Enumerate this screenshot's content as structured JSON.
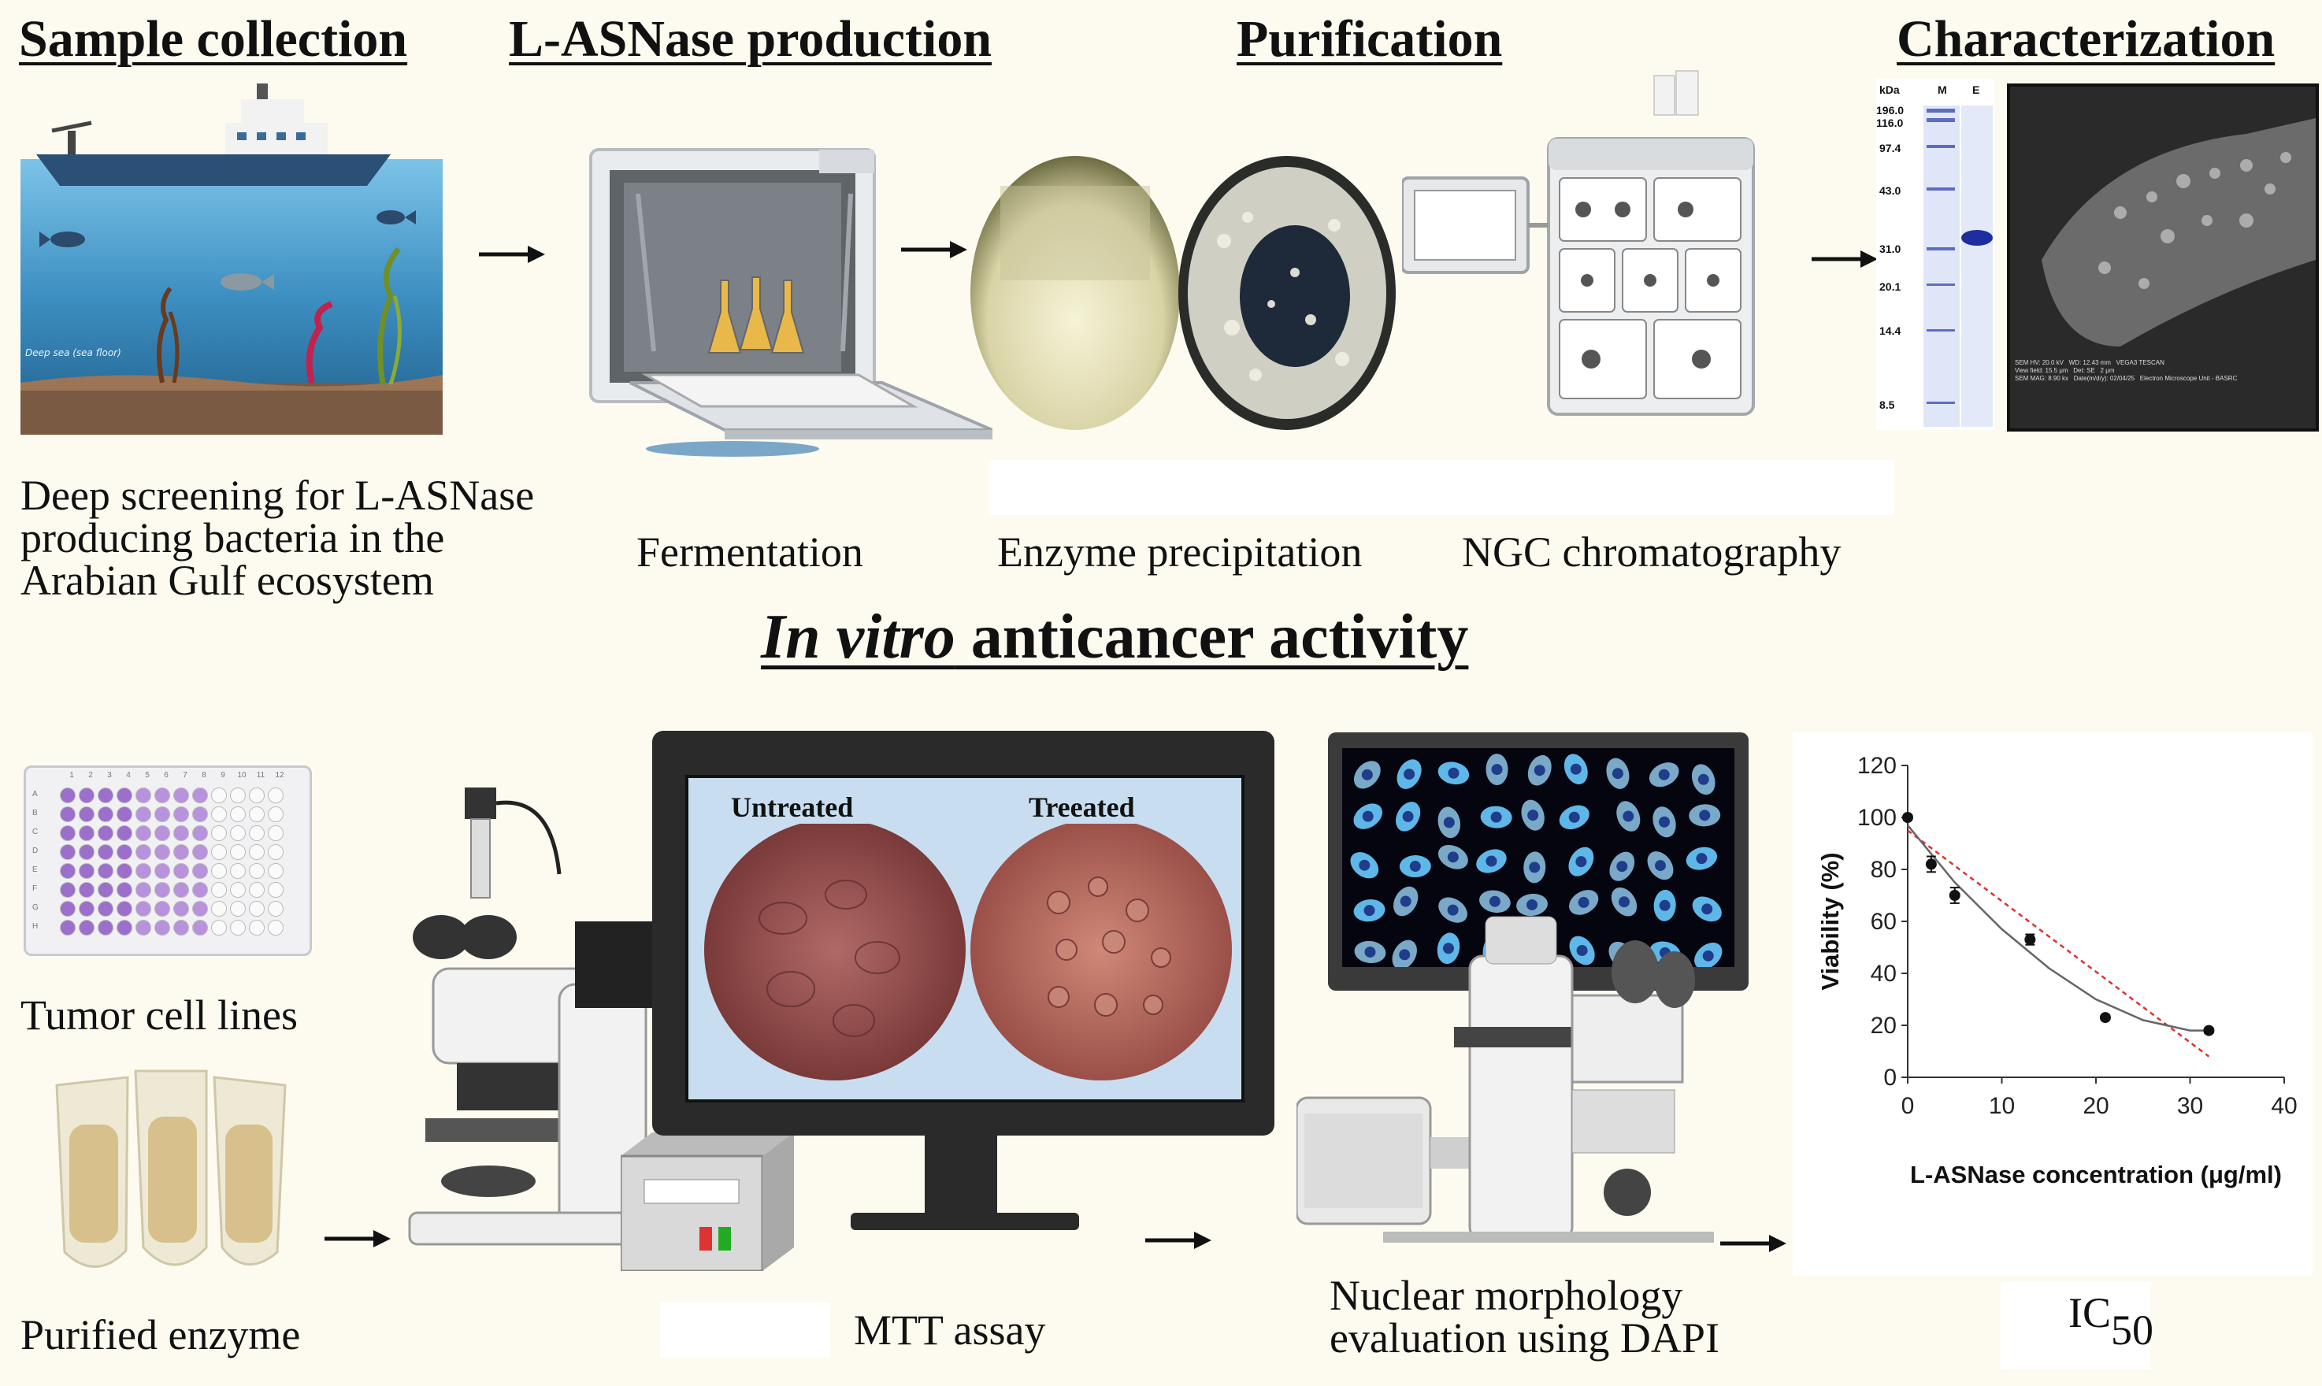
{
  "headers": {
    "sample_collection": "Sample collection",
    "production": "L-ASNase production",
    "purification": "Purification",
    "characterization": "Characterization"
  },
  "captions": {
    "screening": [
      "Deep screening for L-ASNase",
      "producing bacteria in the",
      "Arabian Gulf ecosystem"
    ],
    "fermentation": "Fermentation",
    "precipitation": "Enzyme precipitation",
    "chromatography": "NGC chromatography"
  },
  "sea_scene": {
    "label": "Deep sea (sea floor)"
  },
  "gel": {
    "unit": "kDa",
    "lanes": [
      "M",
      "E"
    ],
    "markers": [
      "196.0",
      "116.0",
      "97.4",
      "43.0",
      "31.0",
      "20.1",
      "14.4",
      "8.5"
    ]
  },
  "sem": {
    "info": [
      "SEM HV: 20.0 kV",
      "WD: 12.43 mm",
      "View field: 15.5 μm",
      "Det: SE",
      "SEM MAG: 8.90 kx",
      "Date(m/d/y): 02/04/25",
      "VEGA3 TESCAN",
      "Electron Microscope Unit - BASRC",
      "2 μm"
    ]
  },
  "section_title": {
    "italic": "In vitro",
    "rest": " anticancer activity"
  },
  "bottom_captions": {
    "tumor": "Tumor cell lines",
    "purified": "Purified enzyme",
    "mtt": "MTT assay",
    "nuclear": [
      "Nuclear morphology",
      "evaluation using DAPI"
    ],
    "ic50_main": "IC",
    "ic50_sub": "50"
  },
  "monitor": {
    "untreated": "Untreated",
    "treated": "Treeated"
  },
  "plate": {
    "columns": [
      "1",
      "2",
      "3",
      "4",
      "5",
      "6",
      "7",
      "8",
      "9",
      "10",
      "11",
      "12"
    ],
    "rows": [
      "A",
      "B",
      "C",
      "D",
      "E",
      "F",
      "G",
      "H"
    ],
    "filled_columns": 8
  },
  "colors": {
    "purple": "#a57bd0",
    "sea": "#3a86b9",
    "red_fit": "#e03030"
  },
  "chart_data": {
    "type": "scatter",
    "xlabel": "L-ASNase concentration (μg/ml)",
    "ylabel": "Viability (%)",
    "xlim": [
      0,
      40
    ],
    "ylim": [
      0,
      120
    ],
    "xticks": [
      "0",
      "10",
      "20",
      "30",
      "40"
    ],
    "yticks": [
      "0",
      "20",
      "40",
      "60",
      "80",
      "100",
      "120"
    ],
    "points": [
      {
        "x": 0,
        "y": 100,
        "err": 1
      },
      {
        "x": 2.5,
        "y": 82,
        "err": 3
      },
      {
        "x": 5,
        "y": 70,
        "err": 3
      },
      {
        "x": 13,
        "y": 53,
        "err": 2
      },
      {
        "x": 21,
        "y": 23,
        "err": 1
      },
      {
        "x": 32,
        "y": 18,
        "err": 1
      }
    ],
    "linear_fit": {
      "x": [
        0,
        32
      ],
      "y": [
        95,
        8
      ]
    },
    "curve_fit": {
      "x": [
        0,
        5,
        10,
        15,
        20,
        25,
        30,
        32
      ],
      "y": [
        97,
        75,
        57,
        42,
        30,
        22,
        18,
        18
      ]
    }
  }
}
